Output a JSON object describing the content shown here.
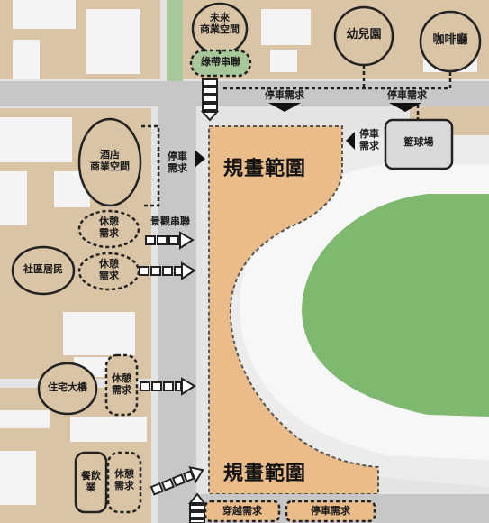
{
  "map": {
    "zones": {
      "plan_top": "規畫範圍",
      "plan_bottom": "規畫範圍"
    },
    "places": {
      "future_commercial": "未來\n商業空間",
      "kindergarten": "幼兒園",
      "cafe": "咖啡廳",
      "hotel_commercial": "酒店\n商業空間",
      "community": "社區居民",
      "residential": "住宅大樓",
      "restaurant": "餐飲\n業",
      "basketball": "籃球場"
    },
    "needs": {
      "green_link": "綠帶串聯",
      "parking_top_left": "停車需求",
      "parking_top_right": "停車需求",
      "parking_right": "停車\n需求",
      "parking_hotel": "停車\n需求",
      "rest_1": "休憩\n需求",
      "rest_2": "休憩\n需求",
      "rest_3": "休憩\n需求",
      "rest_4": "休憩\n需求",
      "landscape_link": "景觀串聯",
      "crossing": "穿越需求",
      "parking_bottom": "停車需求"
    },
    "colors": {
      "plan_area": "#e9bc8a",
      "building": "#d8c3a4",
      "road": "#c6c6c6",
      "field": "#7fb86f",
      "background": "#e3e3e3"
    }
  }
}
